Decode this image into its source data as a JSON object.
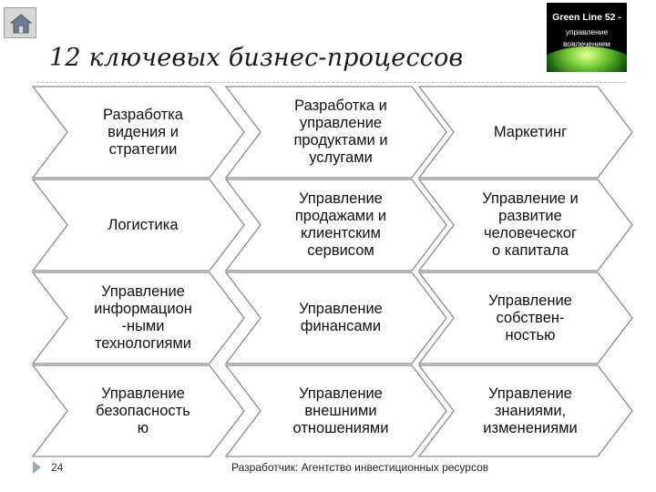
{
  "title": "12 ключевых бизнес-процессов",
  "logo": {
    "line1": "Green Line 52 -",
    "line2": "управление",
    "line3": "вовлечением"
  },
  "rows": [
    [
      "Разработка\nвидения и\nстратегии",
      "Разработка и\nуправление\nпродуктами и\nуслугами",
      "Маркетинг"
    ],
    [
      "Логистика",
      "Управление\nпродажами и\nклиентским\nсервисом",
      "Управление и\nразвитие\nчеловеческог\nо капитала"
    ],
    [
      "Управление\nинформацион\n-ными\nтехнологиями",
      "Управление\nфинансами",
      "Управление\nсобствен-\nностью"
    ],
    [
      "Управление\nбезопасность\nю",
      "Управление\nвнешними\nотношениями",
      "Управление\nзнаниями,\nизменениями"
    ]
  ],
  "page_number": "24",
  "footer": "Разработчик: Агентство инвестиционных ресурсов",
  "icons": {
    "home": "home-icon",
    "page_marker": "triangle-right-icon"
  },
  "colors": {
    "arrow_stroke": "#8a8a8a",
    "arrow_fill": "#ffffff",
    "logo_bg": "#000000",
    "logo_glow": "#7bd13a"
  }
}
